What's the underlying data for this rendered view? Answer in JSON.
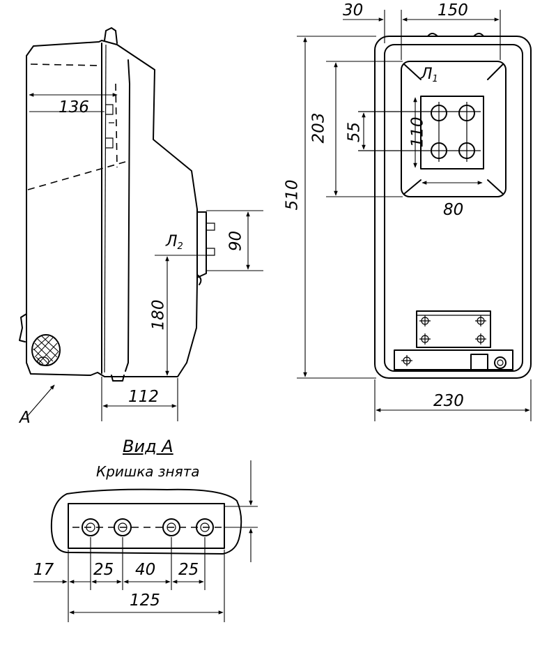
{
  "side_view": {
    "dim_136": "136",
    "dim_180": "180",
    "dim_90": "90",
    "dim_112": "112",
    "terminal_l2": "Л",
    "terminal_l2_sub": "2",
    "view_arrow_label": "A"
  },
  "front_view": {
    "dim_30": "30",
    "dim_150": "150",
    "dim_203": "203",
    "dim_55": "55",
    "dim_110": "110",
    "dim_510": "510",
    "dim_80": "80",
    "dim_230": "230",
    "terminal_l1": "Л",
    "terminal_l1_sub": "1"
  },
  "view_a": {
    "title": "Вид А",
    "subtitle": "Кришка знята",
    "dim_17": "17",
    "dim_25_left": "25",
    "dim_40": "40",
    "dim_25_right": "25",
    "dim_125": "125"
  }
}
